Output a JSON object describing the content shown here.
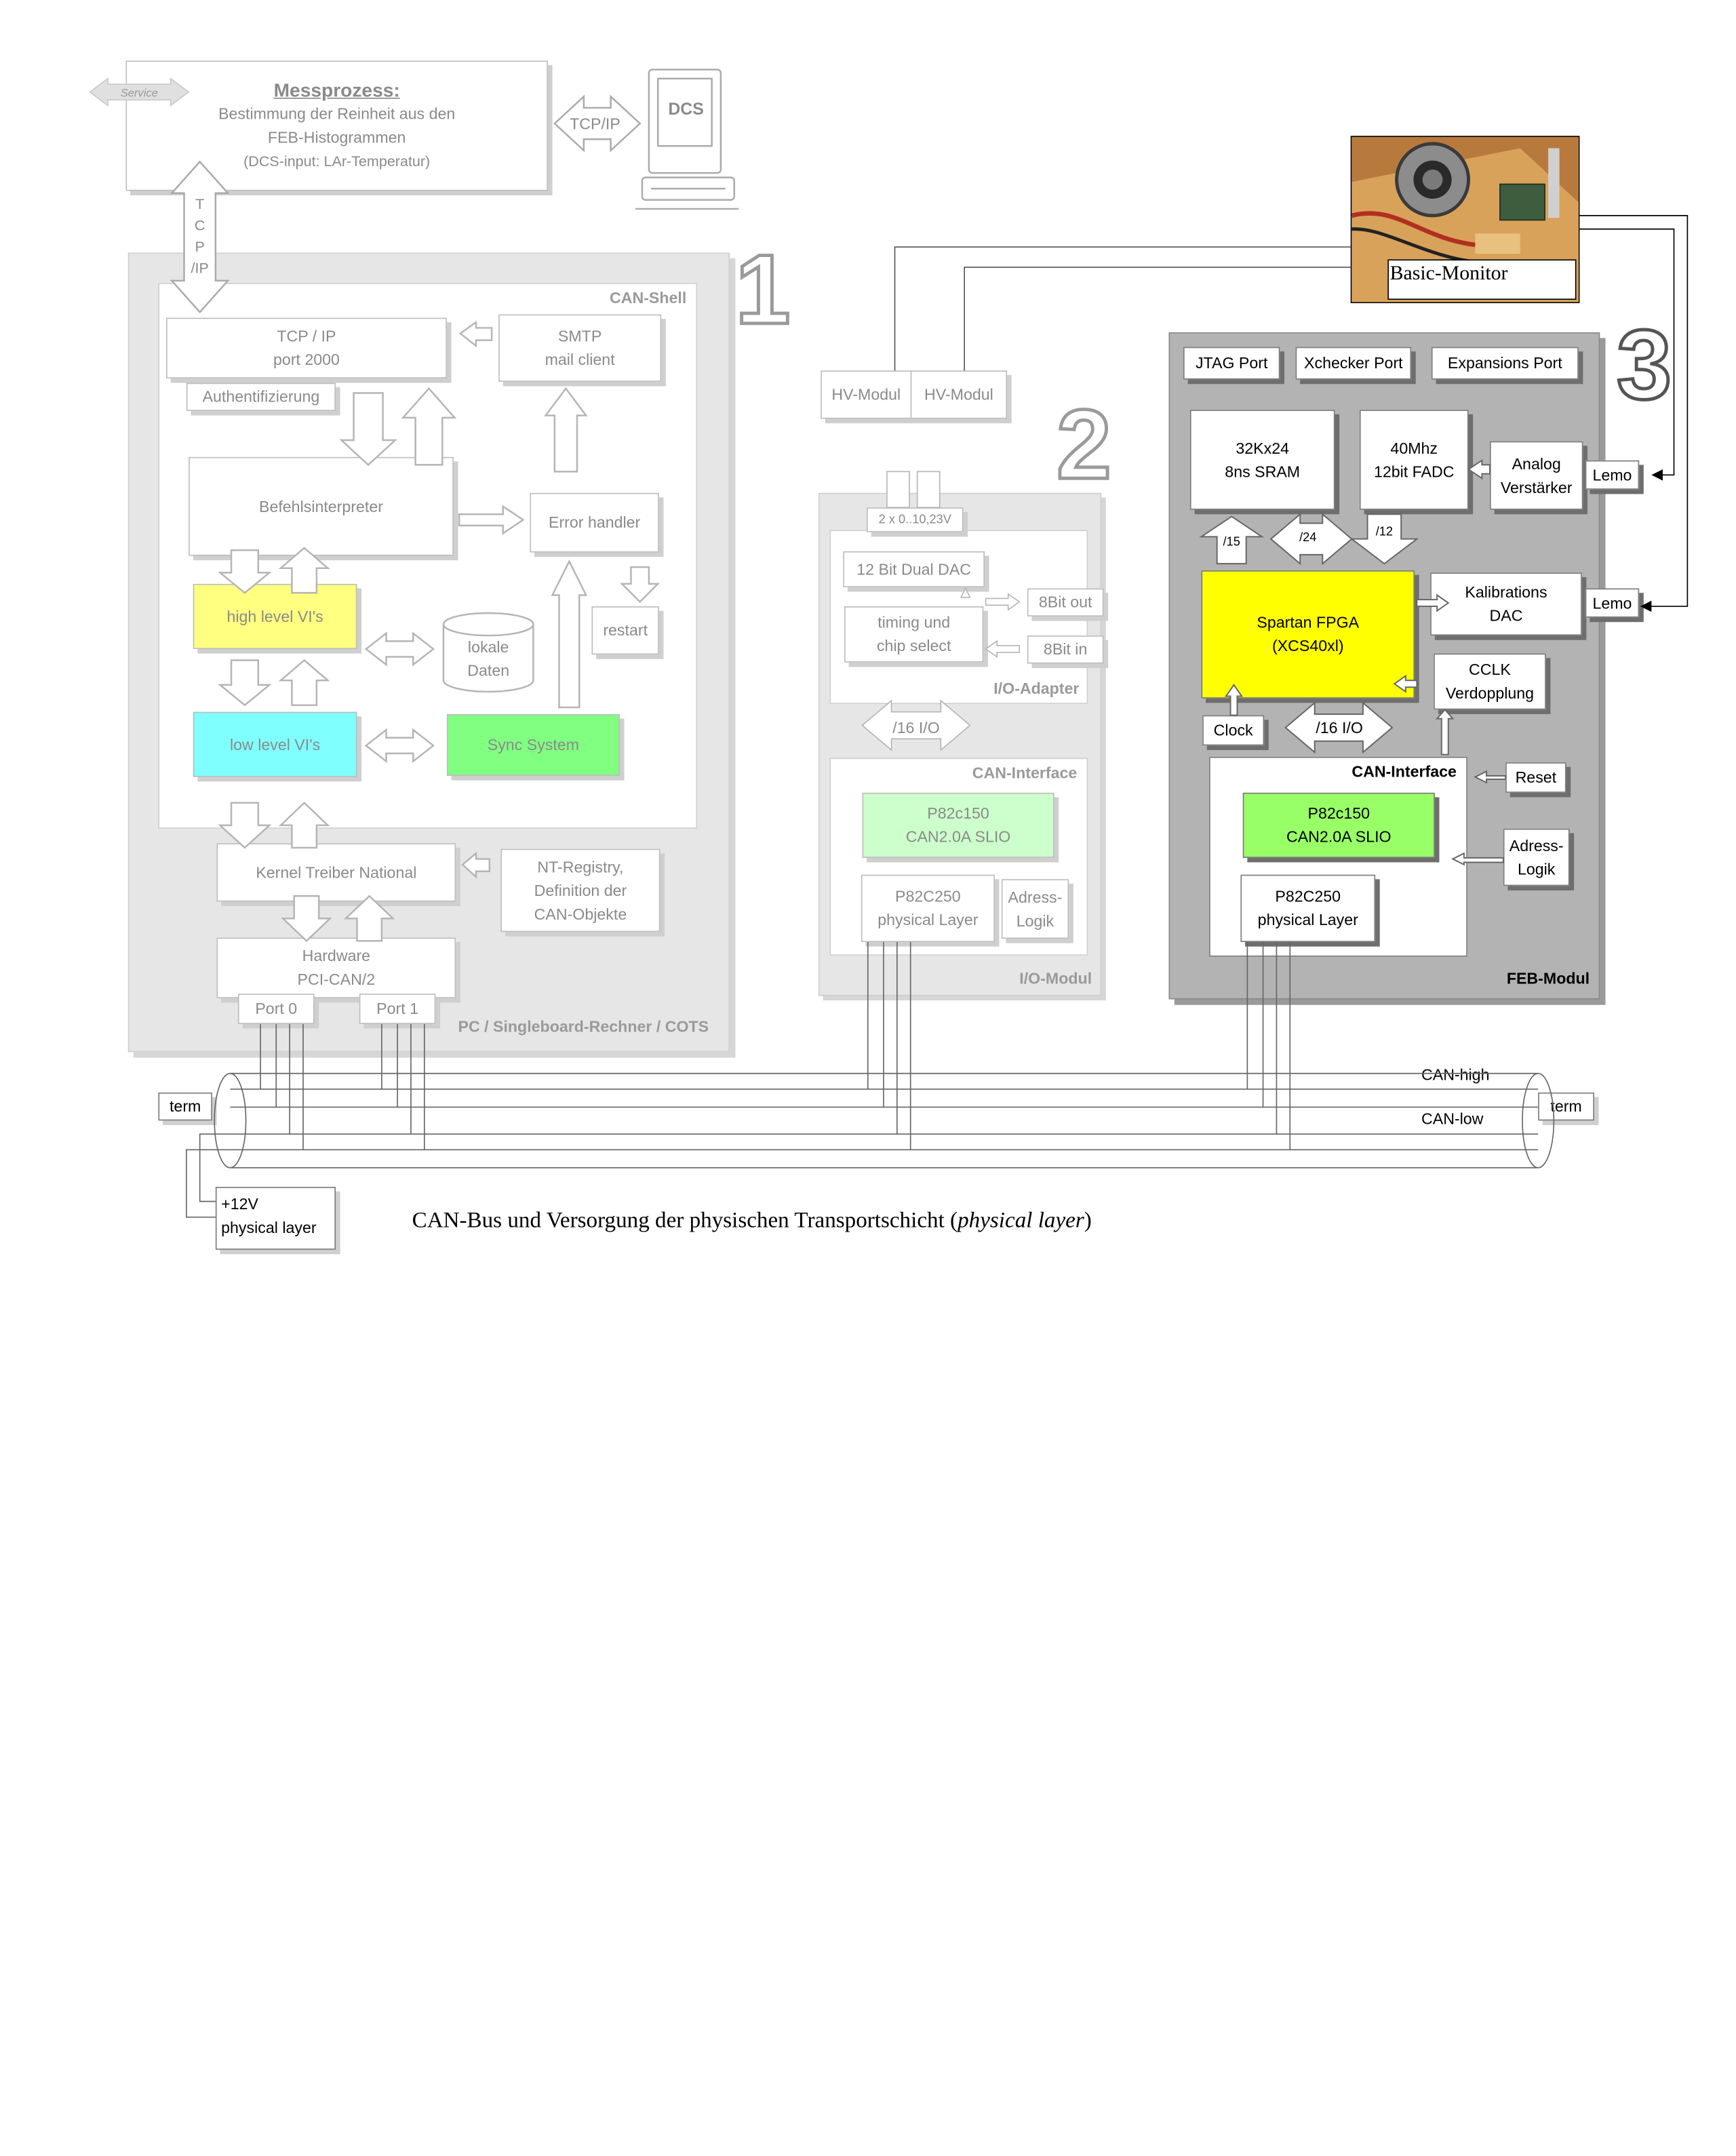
{
  "diagram": {
    "messprozess": {
      "title": "Messprozess:",
      "line1": "Bestimmung der Reinheit aus den",
      "line2": "FEB-Histogrammen",
      "line3": "(DCS-input: LAr-Temperatur)"
    },
    "service_label": "Service",
    "tcpip_arrow": "TCP/IP",
    "tcpip_vertical": [
      "T",
      "C",
      "P",
      "/IP"
    ],
    "dcs_label": "DCS",
    "numbers": [
      "1",
      "2",
      "3"
    ],
    "block1": {
      "footer": "PC / Singleboard-Rechner / COTS",
      "shell_label": "CAN-Shell",
      "tcp": "TCP / IP\nport 2000",
      "auth": "Authentifizierung",
      "smtp": "SMTP\nmail client",
      "befehl": "Befehlsinterpreter",
      "error": "Error handler",
      "restart": "restart",
      "high": "high level VI's",
      "low": "low level VI's",
      "lokale": "lokale\nDaten",
      "sync": "Sync System",
      "kernel": "Kernel Treiber National",
      "nt": "NT-Registry,\nDefinition der\nCAN-Objekte",
      "hardware": "Hardware\nPCI-CAN/2",
      "port0": "Port 0",
      "port1": "Port 1"
    },
    "block2": {
      "hv1": "HV-Modul",
      "hv2": "HV-Modul",
      "voltage": "2 x  0..10,23V",
      "dac": "12 Bit Dual DAC",
      "timing": "timing und\nchip select",
      "out8": "8Bit out",
      "in8": "8Bit in",
      "adapter_label": "I/O-Adapter",
      "bus16": "/16 I/O",
      "caninterface_label": "CAN-Interface",
      "p82c150": "P82c150\nCAN2.0A SLIO",
      "p82c250": "P82C250\nphysical Layer",
      "adress": "Adress-\nLogik",
      "modul_label": "I/O-Modul"
    },
    "block3": {
      "basic_monitor": "Basic-Monitor",
      "jtag": "JTAG Port",
      "xchecker": "Xchecker Port",
      "expansions": "Expansions Port",
      "sram": "32Kx24\n8ns SRAM",
      "fadc": "40Mhz\n12bit FADC",
      "analog": "Analog\nVerstärker",
      "lemo1": "Lemo",
      "lemo2": "Lemo",
      "bus15": "/15",
      "bus24": "/24",
      "bus12": "/12",
      "fpga": "Spartan FPGA\n(XCS40xl)",
      "kalib": "Kalibrations\nDAC",
      "cclk": "CCLK\nVerdopplung",
      "clock": "Clock",
      "bus16": "/16 I/O",
      "reset": "Reset",
      "caninterface_label": "CAN-Interface",
      "p82c150": "P82c150\nCAN2.0A SLIO",
      "adress": "Adress-\nLogik",
      "p82c250": "P82C250\nphysical Layer",
      "modul_label": "FEB-Modul"
    },
    "bus": {
      "term_left": "term",
      "term_right": "term",
      "can_high": "CAN-high",
      "can_low": "CAN-low",
      "supply": "+12V\nphysical layer",
      "caption_main": "CAN-Bus und Versorgung der physischen Transportschicht (",
      "caption_italic": "physical layer",
      "caption_end": ")"
    },
    "colors": {
      "high_level": "#ffff80",
      "low_level": "#80ffff",
      "sync": "#80ff80",
      "slio_light": "#ccffcc",
      "slio_feb": "#99ff66",
      "fpga": "#ffff00",
      "panel_light": "#e6e6e6",
      "panel_dark": "#b3b3b3"
    }
  }
}
